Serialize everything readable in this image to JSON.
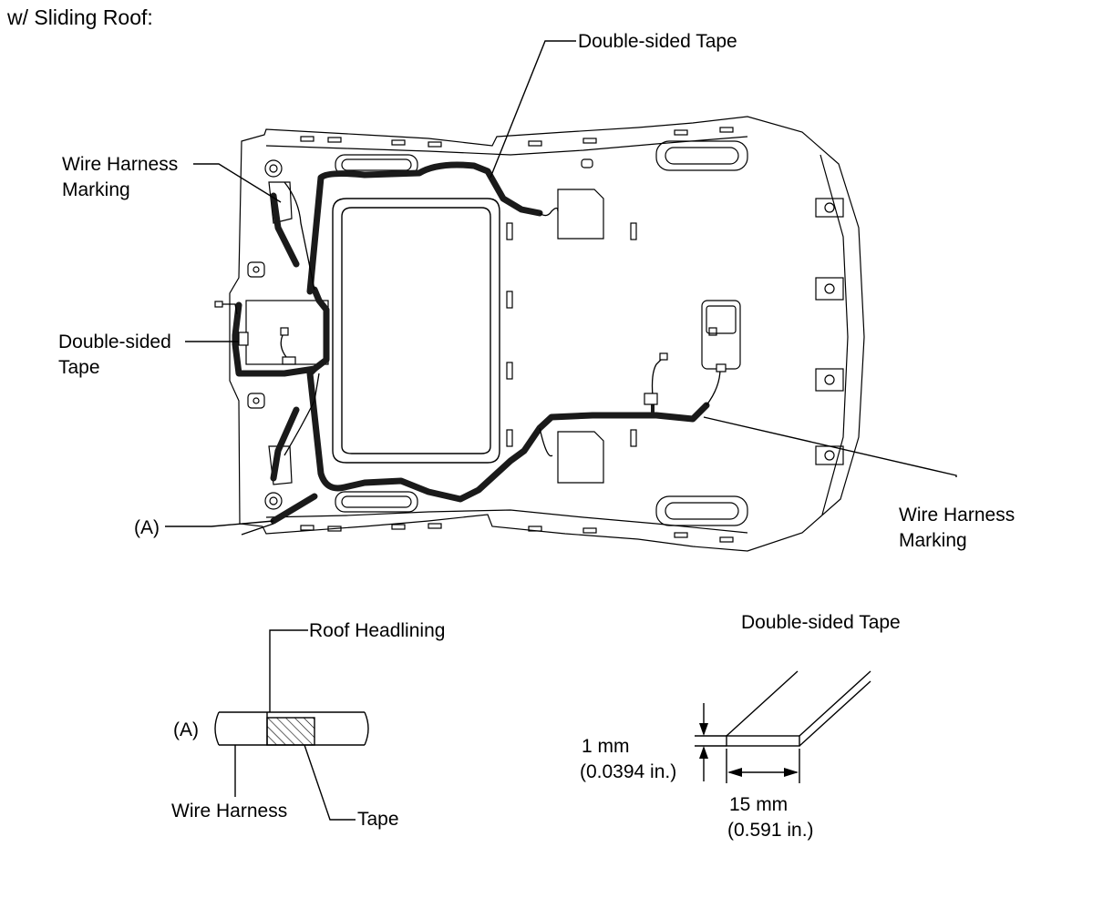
{
  "title": "w/ Sliding Roof:",
  "callouts": {
    "double_sided_tape_top": "Double-sided Tape",
    "wire_harness_marking_left_line1": "Wire Harness",
    "wire_harness_marking_left_line2": "Marking",
    "double_sided_tape_left_line1": "Double-sided",
    "double_sided_tape_left_line2": "Tape",
    "marker_a": "(A)",
    "wire_harness_marking_right_line1": "Wire Harness",
    "wire_harness_marking_right_line2": "Marking"
  },
  "detail_a": {
    "marker": "(A)",
    "roof_headlining": "Roof Headlining",
    "wire_harness": "Wire Harness",
    "tape": "Tape"
  },
  "tape_spec": {
    "title": "Double-sided Tape",
    "thickness_mm": "1 mm",
    "thickness_in": "(0.0394 in.)",
    "width_mm": "15 mm",
    "width_in": "(0.591 in.)"
  },
  "colors": {
    "line": "#000000",
    "harness": "#1a1a1a",
    "background": "#ffffff"
  }
}
